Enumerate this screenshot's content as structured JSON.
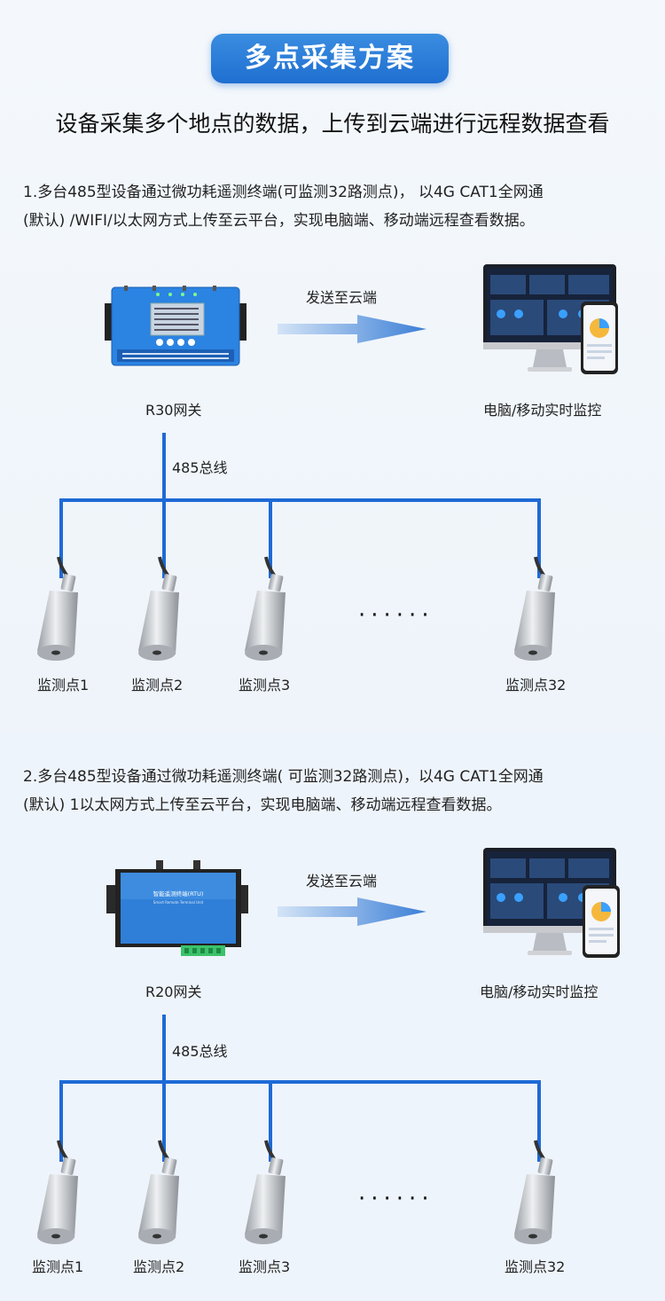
{
  "header": {
    "title": "多点采集方案",
    "subtitle": "设备采集多个地点的数据，上传到云端进行远程数据查看"
  },
  "scheme1": {
    "desc_line1": "1.多台485型设备通过微功耗遥测终端(可监测32路测点)， 以4G CAT1全网通",
    "desc_line2": "(默认) /WIFI/以太网方式上传至云平台，实现电脑端、移动端远程查看数据。",
    "send_label": "发送至云端",
    "gateway_label": "R30网关",
    "monitor_label": "电脑/移动实时监控",
    "bus_label": "485总线",
    "points": [
      "监测点1",
      "监测点2",
      "监测点3",
      "监测点32"
    ],
    "ellipsis": "······"
  },
  "scheme2": {
    "desc_line1": "2.多台485型设备通过微功耗遥测终端( 可监测32路测点)，以4G CAT1全网通",
    "desc_line2": "(默认) 1以太网方式上传至云平台，实现电脑端、移动端远程查看数据。",
    "send_label": "发送至云端",
    "gateway_label": "R20网关",
    "device_title": "智能遥测终端(RTU)",
    "device_subtitle": "Smart Remote Terminal Unit",
    "monitor_label": "电脑/移动实时监控",
    "bus_label": "485总线",
    "points": [
      "监测点1",
      "监测点2",
      "监测点3",
      "监测点32"
    ],
    "ellipsis": "······"
  },
  "colors": {
    "accent": "#1f6fd1",
    "bus": "#1e6ad6",
    "device_blue": "#2a7fe0"
  }
}
